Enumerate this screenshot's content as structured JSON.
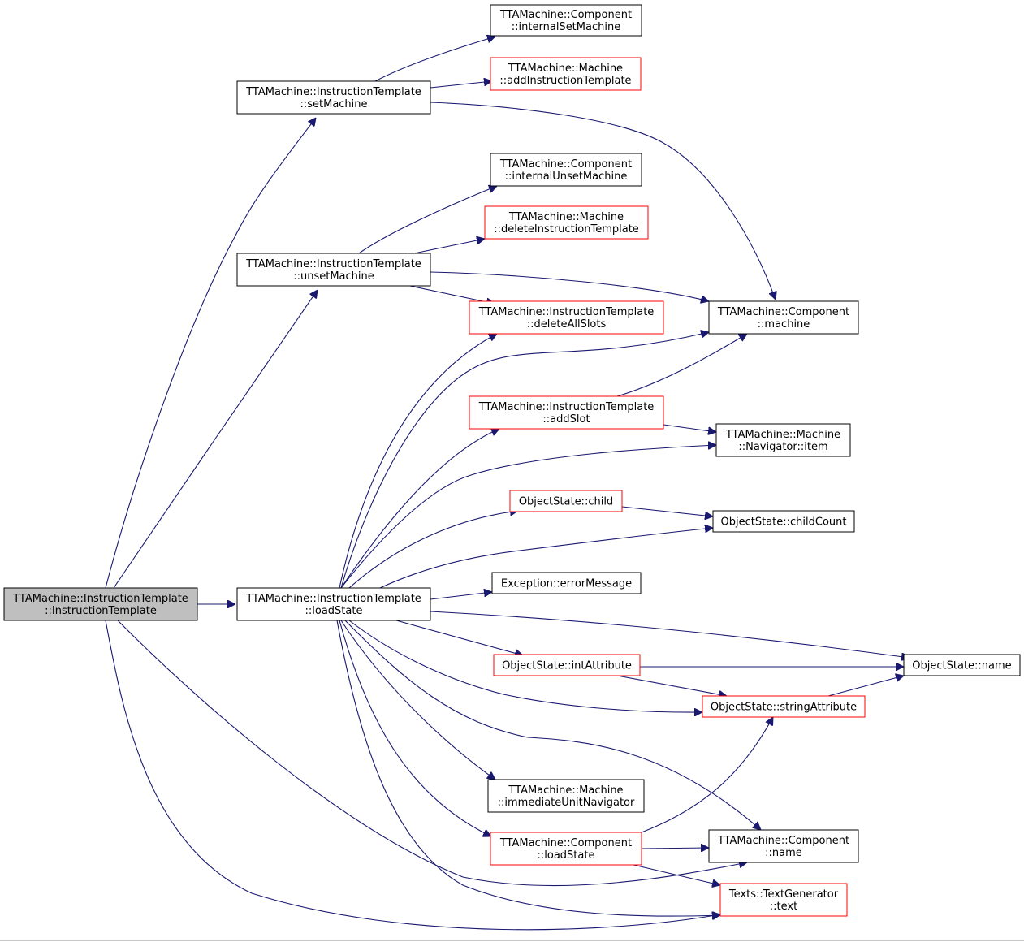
{
  "graph": {
    "title": "",
    "colors": {
      "edge": "#191970",
      "root_fill": "#bfbfbf",
      "node_border": "#000000",
      "truncated_border": "#ff0000"
    },
    "nodes": {
      "root": {
        "lines": [
          "TTAMachine::InstructionTemplate",
          "::InstructionTemplate"
        ],
        "style": "root"
      },
      "setMachine": {
        "lines": [
          "TTAMachine::InstructionTemplate",
          "::setMachine"
        ],
        "style": "normal"
      },
      "unsetMachine": {
        "lines": [
          "TTAMachine::InstructionTemplate",
          "::unsetMachine"
        ],
        "style": "normal"
      },
      "loadState": {
        "lines": [
          "TTAMachine::InstructionTemplate",
          "::loadState"
        ],
        "style": "normal"
      },
      "internalSetMachine": {
        "lines": [
          "TTAMachine::Component",
          "::internalSetMachine"
        ],
        "style": "normal"
      },
      "addInstructionTemplate": {
        "lines": [
          "TTAMachine::Machine",
          "::addInstructionTemplate"
        ],
        "style": "red"
      },
      "internalUnsetMachine": {
        "lines": [
          "TTAMachine::Component",
          "::internalUnsetMachine"
        ],
        "style": "normal"
      },
      "deleteInstructionTemplate": {
        "lines": [
          "TTAMachine::Machine",
          "::deleteInstructionTemplate"
        ],
        "style": "red"
      },
      "deleteAllSlots": {
        "lines": [
          "TTAMachine::InstructionTemplate",
          "::deleteAllSlots"
        ],
        "style": "red"
      },
      "componentMachine": {
        "lines": [
          "TTAMachine::Component",
          "::machine"
        ],
        "style": "normal"
      },
      "addSlot": {
        "lines": [
          "TTAMachine::InstructionTemplate",
          "::addSlot"
        ],
        "style": "red"
      },
      "navigatorItem": {
        "lines": [
          "TTAMachine::Machine",
          "::Navigator::item"
        ],
        "style": "normal"
      },
      "child": {
        "lines": [
          "ObjectState::child"
        ],
        "style": "red"
      },
      "childCount": {
        "lines": [
          "ObjectState::childCount"
        ],
        "style": "normal"
      },
      "errorMessage": {
        "lines": [
          "Exception::errorMessage"
        ],
        "style": "normal"
      },
      "osName": {
        "lines": [
          "ObjectState::name"
        ],
        "style": "normal"
      },
      "intAttribute": {
        "lines": [
          "ObjectState::intAttribute"
        ],
        "style": "red"
      },
      "stringAttribute": {
        "lines": [
          "ObjectState::stringAttribute"
        ],
        "style": "red"
      },
      "immediateUnitNavigator": {
        "lines": [
          "TTAMachine::Machine",
          "::immediateUnitNavigator"
        ],
        "style": "normal"
      },
      "componentLoadState": {
        "lines": [
          "TTAMachine::Component",
          "::loadState"
        ],
        "style": "red"
      },
      "componentName": {
        "lines": [
          "TTAMachine::Component",
          "::name"
        ],
        "style": "normal"
      },
      "textGen": {
        "lines": [
          "Texts::TextGenerator",
          "::text"
        ],
        "style": "red"
      }
    },
    "edges": [
      [
        "root",
        "setMachine"
      ],
      [
        "root",
        "unsetMachine"
      ],
      [
        "root",
        "loadState"
      ],
      [
        "root",
        "componentName"
      ],
      [
        "root",
        "textGen"
      ],
      [
        "setMachine",
        "internalSetMachine"
      ],
      [
        "setMachine",
        "addInstructionTemplate"
      ],
      [
        "setMachine",
        "componentMachine"
      ],
      [
        "unsetMachine",
        "internalUnsetMachine"
      ],
      [
        "unsetMachine",
        "deleteInstructionTemplate"
      ],
      [
        "unsetMachine",
        "componentMachine"
      ],
      [
        "unsetMachine",
        "deleteAllSlots"
      ],
      [
        "loadState",
        "deleteAllSlots"
      ],
      [
        "loadState",
        "componentMachine"
      ],
      [
        "loadState",
        "addSlot"
      ],
      [
        "loadState",
        "navigatorItem"
      ],
      [
        "loadState",
        "child"
      ],
      [
        "loadState",
        "childCount"
      ],
      [
        "loadState",
        "errorMessage"
      ],
      [
        "loadState",
        "osName"
      ],
      [
        "loadState",
        "intAttribute"
      ],
      [
        "loadState",
        "stringAttribute"
      ],
      [
        "loadState",
        "immediateUnitNavigator"
      ],
      [
        "loadState",
        "componentLoadState"
      ],
      [
        "loadState",
        "componentName"
      ],
      [
        "loadState",
        "textGen"
      ],
      [
        "addSlot",
        "componentMachine"
      ],
      [
        "addSlot",
        "navigatorItem"
      ],
      [
        "child",
        "childCount"
      ],
      [
        "intAttribute",
        "osName"
      ],
      [
        "intAttribute",
        "stringAttribute"
      ],
      [
        "stringAttribute",
        "osName"
      ],
      [
        "componentLoadState",
        "stringAttribute"
      ],
      [
        "componentLoadState",
        "componentName"
      ],
      [
        "componentLoadState",
        "textGen"
      ]
    ]
  }
}
